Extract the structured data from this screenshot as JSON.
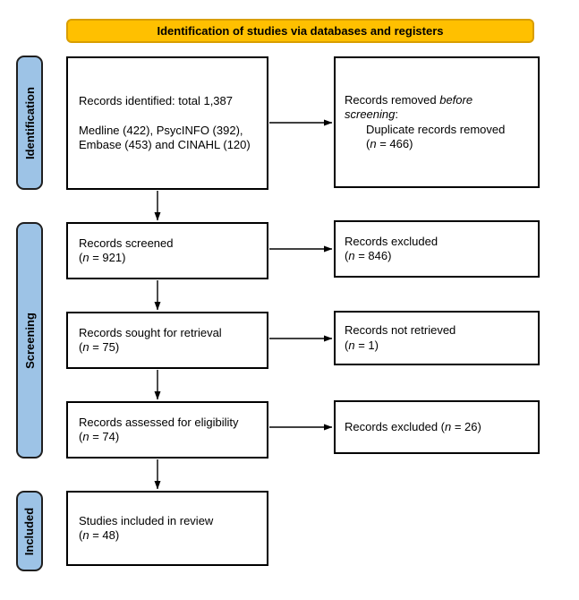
{
  "header": {
    "title": "Identification of studies via databases and registers"
  },
  "stages": [
    {
      "id": "identification",
      "label": "Identification"
    },
    {
      "id": "screening",
      "label": "Screening"
    },
    {
      "id": "included",
      "label": "Included"
    }
  ],
  "boxes": {
    "identified": {
      "lines": [
        {
          "segs": [
            {
              "t": "Records identified: total 1,387"
            }
          ]
        },
        {
          "segs": []
        },
        {
          "segs": [
            {
              "t": "Medline (422), PsycINFO (392),"
            }
          ]
        },
        {
          "segs": [
            {
              "t": "Embase (453) and CINAHL (120)"
            }
          ]
        }
      ]
    },
    "removed_before_screening": {
      "lines": [
        {
          "segs": [
            {
              "t": "Records removed "
            },
            {
              "t": "before",
              "i": true
            }
          ]
        },
        {
          "segs": [
            {
              "t": "screening",
              "i": true
            },
            {
              "t": ":"
            }
          ]
        },
        {
          "ind": 1,
          "segs": [
            {
              "t": "Duplicate records removed"
            }
          ]
        },
        {
          "ind": 1,
          "segs": [
            {
              "t": "("
            },
            {
              "t": "n",
              "i": true
            },
            {
              "t": " = 466)"
            }
          ]
        }
      ]
    },
    "screened": {
      "lines": [
        {
          "segs": [
            {
              "t": "Records screened"
            }
          ]
        },
        {
          "segs": [
            {
              "t": "("
            },
            {
              "t": "n",
              "i": true
            },
            {
              "t": " = 921)"
            }
          ]
        }
      ]
    },
    "excluded_screening": {
      "lines": [
        {
          "segs": [
            {
              "t": "Records excluded"
            }
          ]
        },
        {
          "segs": [
            {
              "t": "("
            },
            {
              "t": "n",
              "i": true
            },
            {
              "t": " = 846)"
            }
          ]
        }
      ]
    },
    "sought_retrieval": {
      "lines": [
        {
          "segs": [
            {
              "t": "Records sought for retrieval"
            }
          ]
        },
        {
          "segs": [
            {
              "t": "("
            },
            {
              "t": "n",
              "i": true
            },
            {
              "t": " = 75)"
            }
          ]
        }
      ]
    },
    "not_retrieved": {
      "lines": [
        {
          "segs": [
            {
              "t": "Records not retrieved"
            }
          ]
        },
        {
          "segs": [
            {
              "t": "("
            },
            {
              "t": "n",
              "i": true
            },
            {
              "t": " = 1)"
            }
          ]
        }
      ]
    },
    "assessed_eligibility": {
      "lines": [
        {
          "segs": [
            {
              "t": "Records assessed for eligibility"
            }
          ]
        },
        {
          "segs": [
            {
              "t": "("
            },
            {
              "t": "n",
              "i": true
            },
            {
              "t": " = 74)"
            }
          ]
        }
      ]
    },
    "excluded_eligibility": {
      "lines": [
        {
          "segs": [
            {
              "t": "Records excluded ("
            },
            {
              "t": "n",
              "i": true
            },
            {
              "t": " = 26)"
            }
          ]
        }
      ]
    },
    "included_review": {
      "lines": [
        {
          "segs": [
            {
              "t": "Studies included in review"
            }
          ]
        },
        {
          "segs": [
            {
              "t": "("
            },
            {
              "t": "n",
              "i": true
            },
            {
              "t": " = 48)"
            }
          ]
        }
      ]
    }
  },
  "colors": {
    "header_fill": "#FFC000",
    "header_border": "#D99E00",
    "stage_fill": "#9DC3E6",
    "stage_border": "#1F1F1F",
    "box_border": "#000000",
    "arrow": "#000000",
    "text": "#000000"
  }
}
